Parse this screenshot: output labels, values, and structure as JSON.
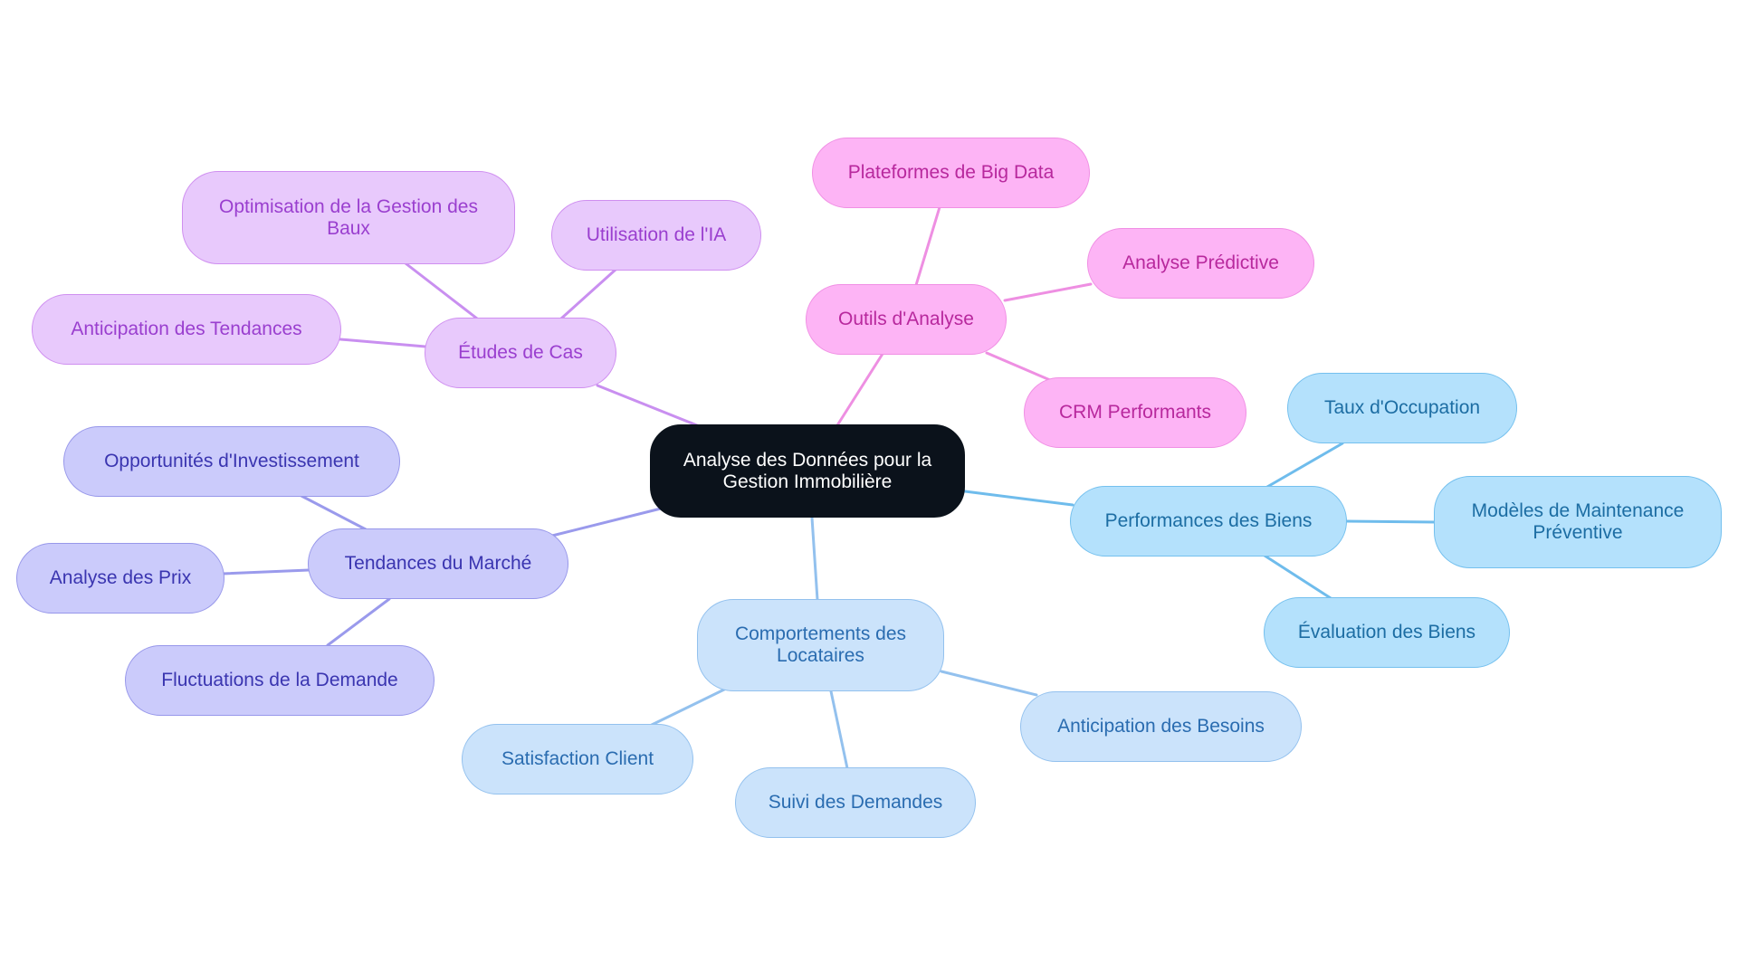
{
  "root": {
    "label": "Analyse des Données pour la Gestion Immobilière"
  },
  "branches": {
    "etudes": {
      "label": "Études de Cas",
      "children": [
        "Optimisation de la Gestion des Baux",
        "Utilisation de l'IA",
        "Anticipation des Tendances"
      ]
    },
    "outils": {
      "label": "Outils d'Analyse",
      "children": [
        "Plateformes de Big Data",
        "Analyse Prédictive",
        "CRM Performants"
      ]
    },
    "performances": {
      "label": "Performances des Biens",
      "children": [
        "Taux d'Occupation",
        "Modèles de Maintenance Préventive",
        "Évaluation des Biens"
      ]
    },
    "comportements": {
      "label": "Comportements des Locataires",
      "children": [
        "Anticipation des Besoins",
        "Satisfaction Client",
        "Suivi des Demandes"
      ]
    },
    "tendances": {
      "label": "Tendances du Marché",
      "children": [
        "Opportunités d'Investissement",
        "Analyse des Prix",
        "Fluctuations de la Demande"
      ]
    }
  },
  "colors": {
    "root": "#0b121b",
    "etudes_line": "#c98ff0",
    "outils_line": "#ee8fe2",
    "performances_line": "#6fbcec",
    "comportements_line": "#93c1ee",
    "tendances_line": "#9a9aec"
  }
}
